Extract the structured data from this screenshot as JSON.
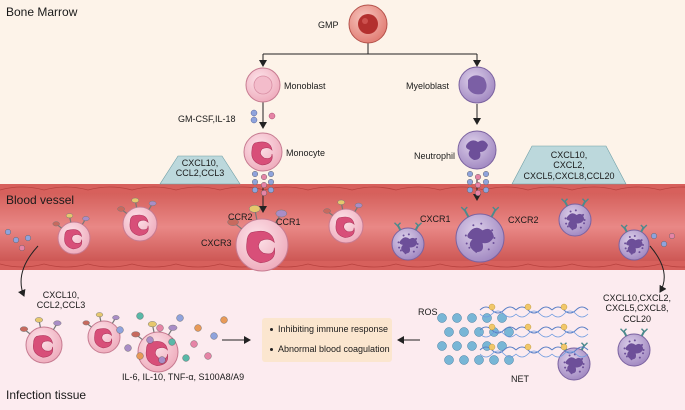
{
  "sections": {
    "bone_marrow": "Bone Marrow",
    "blood_vessel": "Blood vessel",
    "infection_tissue": "Infection tissue"
  },
  "cells": {
    "gmp": "GMP",
    "monoblast": "Monoblast",
    "myeloblast": "Myeloblast",
    "monocyte": "Monocyte",
    "neutrophil": "Neutrophil"
  },
  "factors": {
    "gm_csf": "GM-CSF,IL-18",
    "monocyte_chemokines": "CXCL10,\nCCL2,CCL3",
    "neutrophil_chemokines": "CXCL10,\nCXCL2,\nCXCL5,CXCL8,CCL20"
  },
  "receptors": {
    "ccr2": "CCR2",
    "ccr1": "CCR1",
    "cxcr3": "CXCR3",
    "cxcr1": "CXCR1",
    "cxcr2": "CXCR2"
  },
  "tissue": {
    "left_chemokines": "CXCL10,\nCCL2,CCL3",
    "right_chemokines": "CXCL10,CXCL2,\nCXCL5,CXCL8,\nCCL20",
    "cytokines": "IL-6, IL-10, TNF-α, S100A8/A9",
    "ros": "ROS",
    "net": "NET"
  },
  "outcomes": [
    "Inhibiting immune response",
    "Abnormal blood coagulation"
  ],
  "colors": {
    "bone_marrow_bg": "#fdf3e9",
    "vessel": "#c84b4b",
    "tissue_bg": "#fcebef",
    "monocyte": "#f1b3c3",
    "neutrophil": "#a58bc4",
    "chemokine_box": "#bcd8dc",
    "outcome_box": "#fbe6cf"
  }
}
